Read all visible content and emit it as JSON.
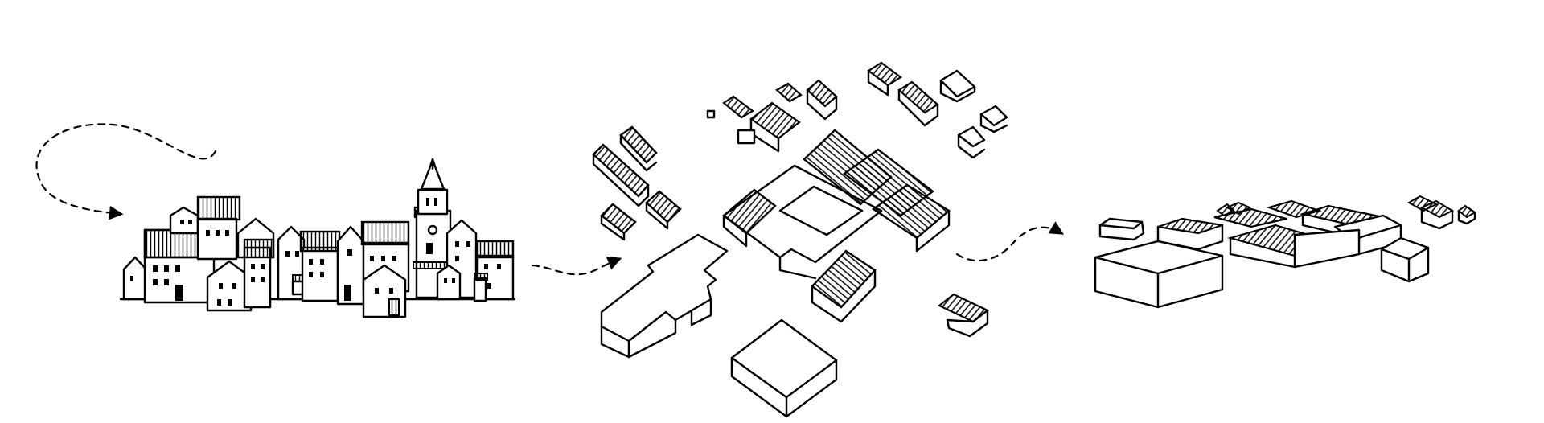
{
  "diagram": {
    "stages": [
      {
        "id": "village"
      },
      {
        "id": "deconstructed-massing"
      },
      {
        "id": "integrated-complex"
      }
    ],
    "connectors": [
      "arrow-into-village",
      "arrow-village-to-massing",
      "arrow-massing-to-complex"
    ],
    "colors": {
      "ink": "#000000",
      "paper": "#ffffff"
    }
  }
}
